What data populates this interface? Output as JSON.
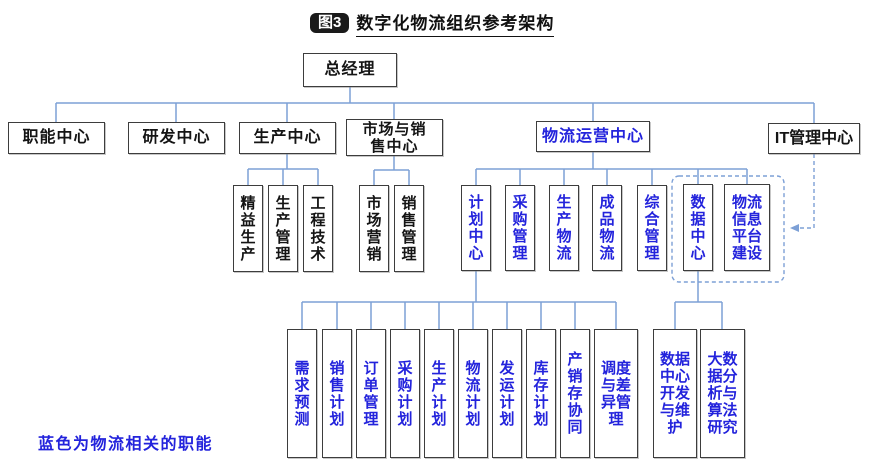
{
  "title": {
    "badge": "图3",
    "text": "数字化物流组织参考架构"
  },
  "legend": "蓝色为物流相关的职能",
  "colors": {
    "connector_line": "#7da0d6",
    "logistics_blue": "#2323dc",
    "box_border": "#3d3d3d",
    "badge_bg": "#1a1a1a"
  },
  "nodes": {
    "root": "总经理",
    "level2": [
      "职能中心",
      "研发中心",
      "生产中心",
      "市场与销售中心",
      "物流运营中心",
      "IT管理中心"
    ],
    "production": [
      "精益生产",
      "生产管理",
      "工程技术"
    ],
    "marketing": [
      "市场营销",
      "销售管理"
    ],
    "logistics": [
      "计划中心",
      "采购管理",
      "生产物流",
      "成品物流",
      "综合管理",
      "数据中心",
      "物流信息平台建设"
    ],
    "planning": [
      "需求预测",
      "销售计划",
      "订单管理",
      "采购计划",
      "生产计划",
      "物流计划",
      "发运计划",
      "库存计划",
      "产销存协同",
      "调度与差异管理"
    ],
    "data_center": [
      "数据中心开发与维护",
      "大数据分析与算法研究"
    ]
  }
}
